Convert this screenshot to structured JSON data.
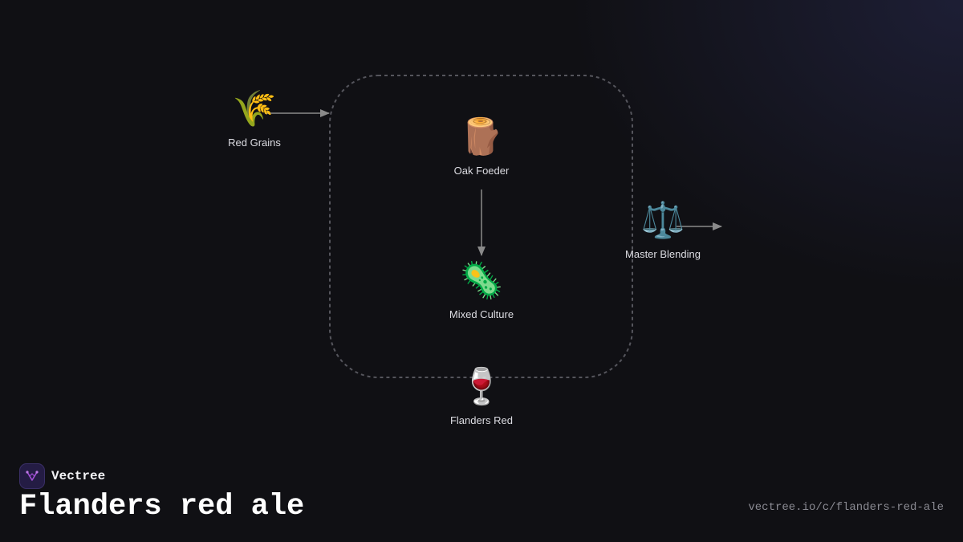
{
  "diagram": {
    "nodes": [
      {
        "id": "red-grains",
        "label": "Red Grains",
        "icon": "🌾",
        "icon_name": "wheat-icon"
      },
      {
        "id": "oak-foeder",
        "label": "Oak Foeder",
        "icon": "🪵",
        "icon_name": "wood-log-icon"
      },
      {
        "id": "mixed-culture",
        "label": "Mixed Culture",
        "icon": "🦠",
        "icon_name": "microbe-icon"
      },
      {
        "id": "flanders-red",
        "label": "Flanders Red",
        "icon": "🍷",
        "icon_name": "wine-glass-icon"
      },
      {
        "id": "master-blending",
        "label": "Master Blending",
        "icon": "⚖️",
        "icon_name": "balance-scale-icon"
      }
    ],
    "edges": [
      {
        "from": "red-grains",
        "to": "oak-foeder"
      },
      {
        "from": "oak-foeder",
        "to": "mixed-culture"
      },
      {
        "from": "master-blending",
        "to": "external"
      }
    ],
    "group": {
      "contains": [
        "oak-foeder",
        "mixed-culture",
        "flanders-red"
      ],
      "style": "dashed"
    }
  },
  "brand": {
    "name": "Vectree"
  },
  "title": "Flanders red ale",
  "url": "vectree.io/c/flanders-red-ale",
  "colors": {
    "background": "#101014",
    "edge": "#8a8a8a",
    "group_border": "#55555c",
    "logo_accent": "#a24fd6"
  }
}
